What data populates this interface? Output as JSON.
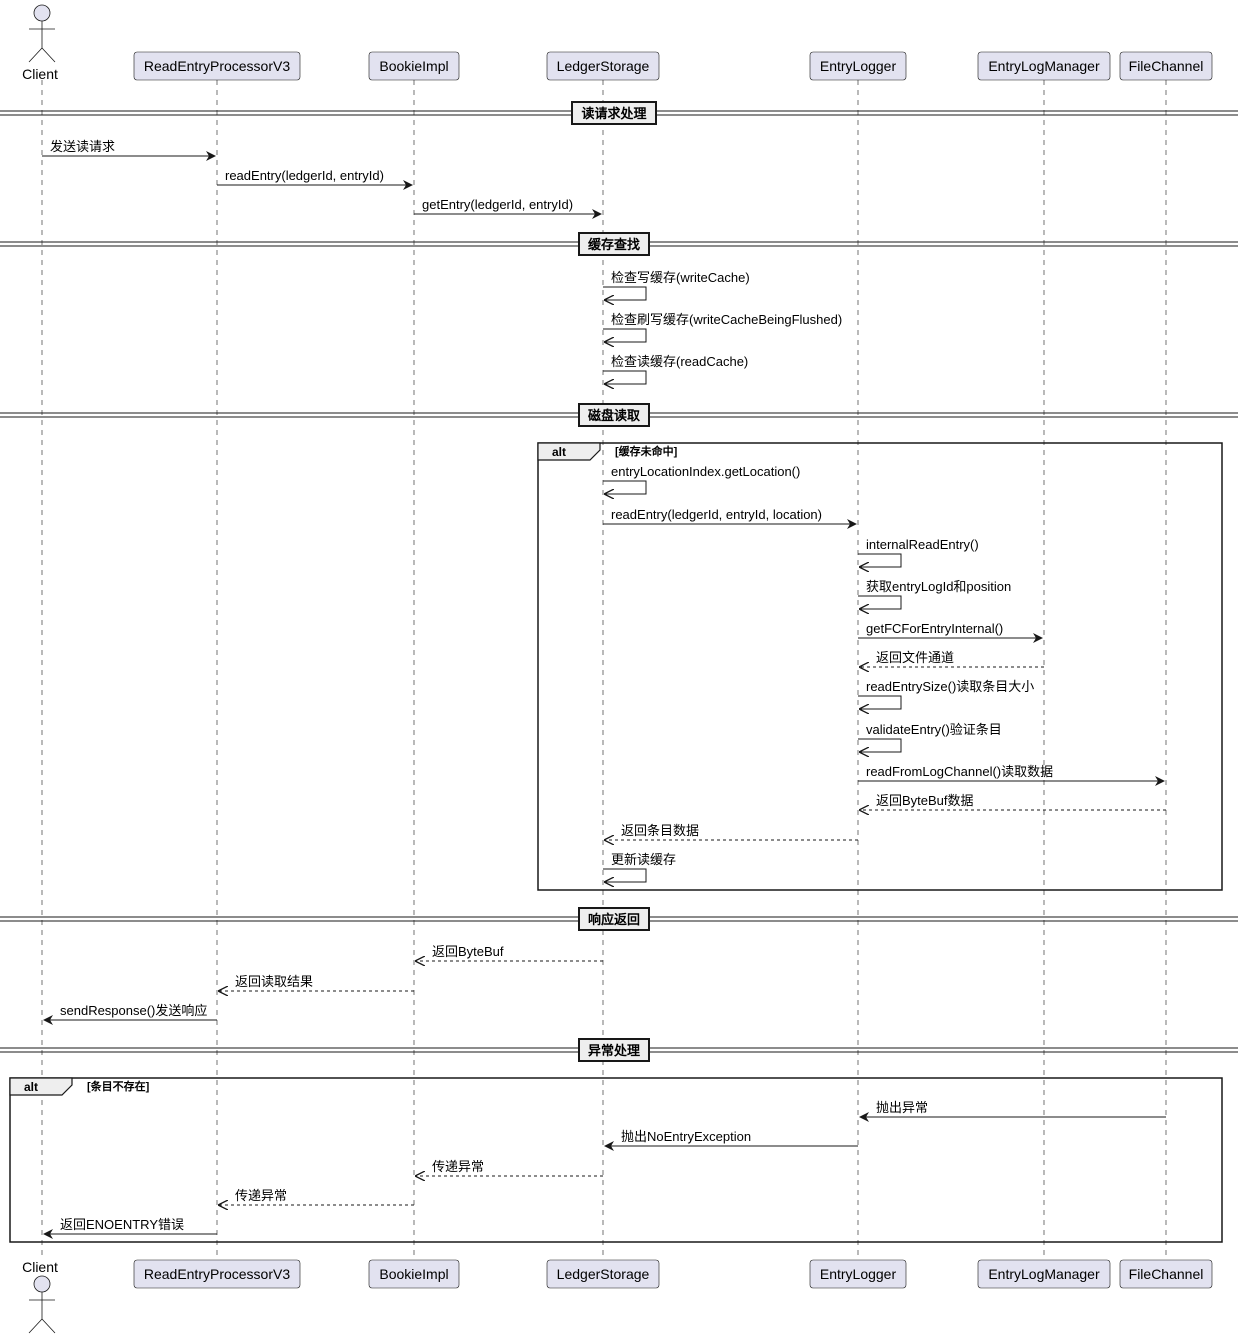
{
  "participants": [
    {
      "id": "client",
      "name": "Client",
      "kind": "actor"
    },
    {
      "id": "rep",
      "name": "ReadEntryProcessorV3",
      "kind": "box"
    },
    {
      "id": "bookie",
      "name": "BookieImpl",
      "kind": "box"
    },
    {
      "id": "ledger",
      "name": "LedgerStorage",
      "kind": "box"
    },
    {
      "id": "logger",
      "name": "EntryLogger",
      "kind": "box"
    },
    {
      "id": "logmgr",
      "name": "EntryLogManager",
      "kind": "box"
    },
    {
      "id": "fc",
      "name": "FileChannel",
      "kind": "box"
    }
  ],
  "sections": [
    {
      "label": "读请求处理"
    },
    {
      "label": "缓存查找"
    },
    {
      "label": "磁盘读取"
    },
    {
      "label": "响应返回"
    },
    {
      "label": "异常处理"
    }
  ],
  "alt_blocks": [
    {
      "tag": "alt",
      "condition": "[缓存未命中]"
    },
    {
      "tag": "alt",
      "condition": "[条目不存在]"
    }
  ],
  "messages": [
    {
      "from": "client",
      "to": "rep",
      "text": "发送读请求",
      "style": "solid"
    },
    {
      "from": "rep",
      "to": "bookie",
      "text": "readEntry(ledgerId, entryId)",
      "style": "solid"
    },
    {
      "from": "bookie",
      "to": "ledger",
      "text": "getEntry(ledgerId, entryId)",
      "style": "solid"
    },
    {
      "from": "ledger",
      "to": "ledger",
      "text": "检查写缓存(writeCache)",
      "style": "self"
    },
    {
      "from": "ledger",
      "to": "ledger",
      "text": "检查刷写缓存(writeCacheBeingFlushed)",
      "style": "self"
    },
    {
      "from": "ledger",
      "to": "ledger",
      "text": "检查读缓存(readCache)",
      "style": "self"
    },
    {
      "from": "ledger",
      "to": "ledger",
      "text": "entryLocationIndex.getLocation()",
      "style": "self"
    },
    {
      "from": "ledger",
      "to": "logger",
      "text": "readEntry(ledgerId, entryId, location)",
      "style": "solid"
    },
    {
      "from": "logger",
      "to": "logger",
      "text": "internalReadEntry()",
      "style": "self"
    },
    {
      "from": "logger",
      "to": "logger",
      "text": "获取entryLogId和position",
      "style": "self"
    },
    {
      "from": "logger",
      "to": "logmgr",
      "text": "getFCForEntryInternal()",
      "style": "solid"
    },
    {
      "from": "logmgr",
      "to": "logger",
      "text": "返回文件通道",
      "style": "dashed"
    },
    {
      "from": "logger",
      "to": "logger",
      "text": "readEntrySize()读取条目大小",
      "style": "self"
    },
    {
      "from": "logger",
      "to": "logger",
      "text": "validateEntry()验证条目",
      "style": "self"
    },
    {
      "from": "logger",
      "to": "fc",
      "text": "readFromLogChannel()读取数据",
      "style": "solid"
    },
    {
      "from": "fc",
      "to": "logger",
      "text": "返回ByteBuf数据",
      "style": "dashed"
    },
    {
      "from": "logger",
      "to": "ledger",
      "text": "返回条目数据",
      "style": "dashed"
    },
    {
      "from": "ledger",
      "to": "ledger",
      "text": "更新读缓存",
      "style": "self"
    },
    {
      "from": "ledger",
      "to": "bookie",
      "text": "返回ByteBuf",
      "style": "dashed"
    },
    {
      "from": "bookie",
      "to": "rep",
      "text": "返回读取结果",
      "style": "dashed"
    },
    {
      "from": "rep",
      "to": "client",
      "text": "sendResponse()发送响应",
      "style": "solid"
    },
    {
      "from": "fc",
      "to": "logger",
      "text": "抛出异常",
      "style": "solid"
    },
    {
      "from": "logger",
      "to": "ledger",
      "text": "抛出NoEntryException",
      "style": "solid"
    },
    {
      "from": "ledger",
      "to": "bookie",
      "text": "传递异常",
      "style": "dashed"
    },
    {
      "from": "bookie",
      "to": "rep",
      "text": "传递异常",
      "style": "dashed"
    },
    {
      "from": "rep",
      "to": "client",
      "text": "返回ENOENTRY错误",
      "style": "solid"
    }
  ]
}
